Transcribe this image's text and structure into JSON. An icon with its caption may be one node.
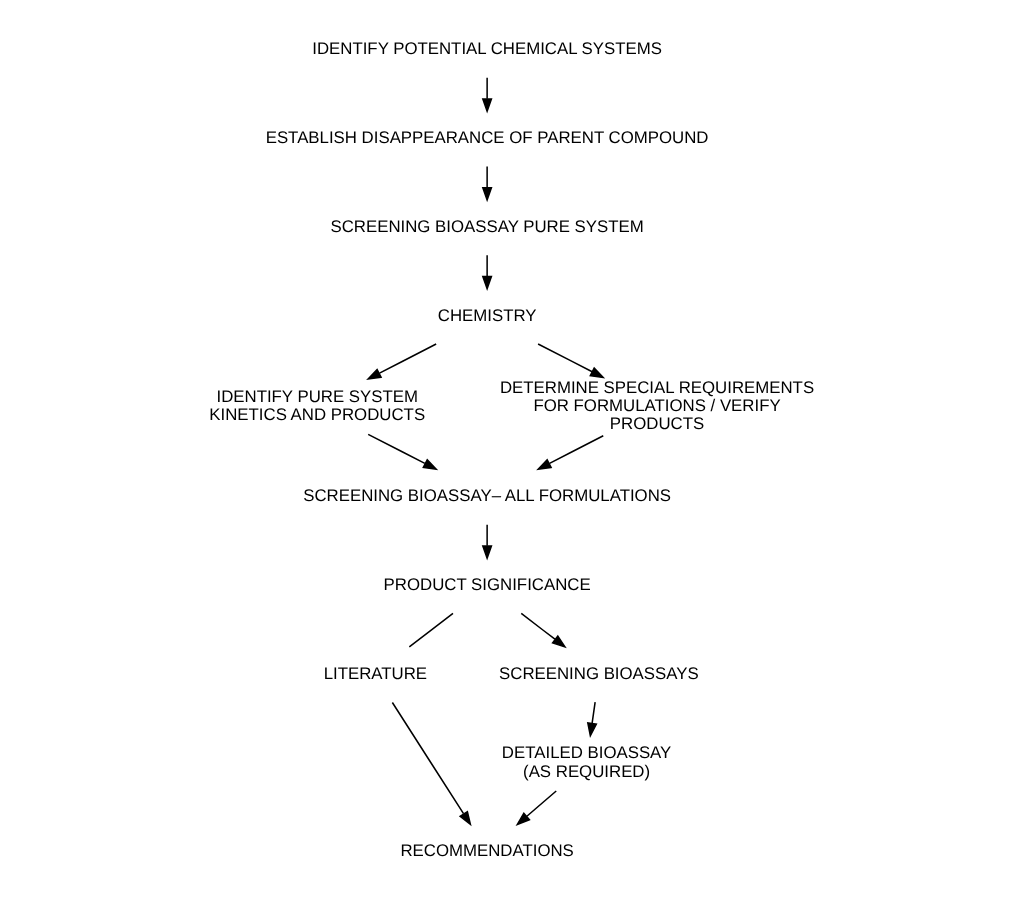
{
  "diagram": {
    "nodes": [
      {
        "text": [
          "IDENTIFY POTENTIAL CHEMICAL SYSTEMS"
        ]
      },
      {
        "text": [
          "ESTABLISH DISAPPEARANCE OF PARENT COMPOUND"
        ]
      },
      {
        "text": [
          "SCREENING BIOASSAY PURE SYSTEM"
        ]
      },
      {
        "text": [
          "CHEMISTRY"
        ]
      },
      {
        "text": [
          "IDENTIFY PURE SYSTEM KINETICS AND PRODUCTS"
        ]
      },
      {
        "text": [
          "DETERMINE SPECIAL REQUIREMENTS FOR FORMULATIONS / VERIFY PRODUCTS"
        ]
      },
      {
        "text": [
          "SCREENING BIOASSAY– ALL FORMULATIONS"
        ]
      },
      {
        "text": [
          "PRODUCT SIGNIFICANCE"
        ]
      },
      {
        "text": [
          "LITERATURE"
        ]
      },
      {
        "text": [
          "SCREENING BIOASSAYS"
        ]
      },
      {
        "text": [
          "DETAILED BIOASSAY (AS REQUIRED)"
        ]
      },
      {
        "text": [
          "RECOMMENDATIONS"
        ]
      }
    ],
    "edges": [
      {
        "from": 0,
        "to": 1,
        "arrow": "to"
      },
      {
        "from": 1,
        "to": 2,
        "arrow": "to"
      },
      {
        "from": 2,
        "to": 3,
        "arrow": "to"
      },
      {
        "from": 3,
        "to": 4,
        "arrow": "to"
      },
      {
        "from": 3,
        "to": 5,
        "arrow": "to"
      },
      {
        "from": 4,
        "to": 6,
        "arrow": "to"
      },
      {
        "from": 5,
        "to": 6,
        "arrow": "to"
      },
      {
        "from": 6,
        "to": 7,
        "arrow": "to"
      },
      {
        "from": 7,
        "to": 8,
        "arrow": "none"
      },
      {
        "from": 7,
        "to": 9,
        "arrow": "to"
      },
      {
        "from": 9,
        "to": 10,
        "arrow": "to"
      },
      {
        "from": 8,
        "to": 11,
        "arrow": "to"
      },
      {
        "from": 10,
        "to": 11,
        "arrow": "to"
      }
    ]
  }
}
